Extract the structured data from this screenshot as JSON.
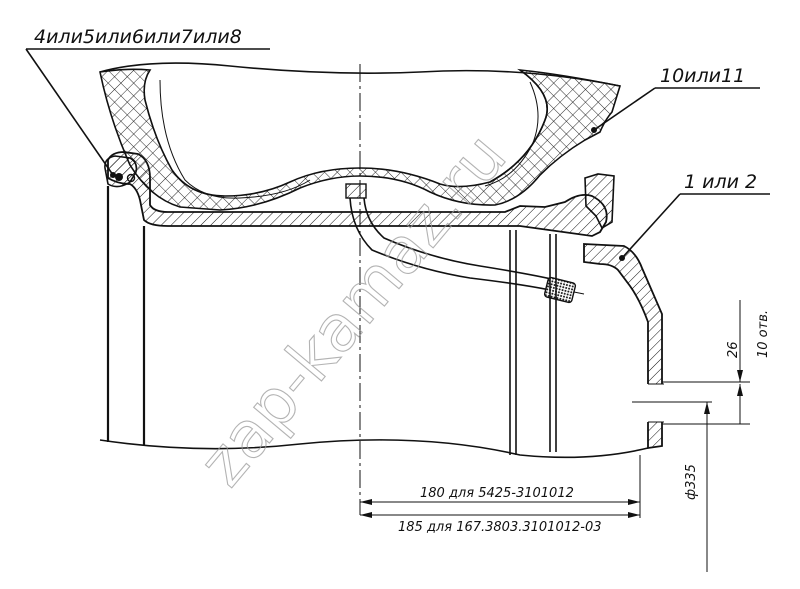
{
  "callouts": {
    "parts_4_8": "4или5или6или7или8",
    "parts_10_11": "10или11",
    "parts_1_2": "1 или 2"
  },
  "dimensions": {
    "offset_180": "180  для 5425-3101012",
    "offset_185": "185 для 167.3803.3101012-03",
    "dia_335": "ф335",
    "holes_26": "26",
    "holes_count": "10 отв."
  },
  "watermark": "zap-kamaz.ru",
  "colors": {
    "line": "#111111",
    "watermark": "#9a9a9a"
  }
}
